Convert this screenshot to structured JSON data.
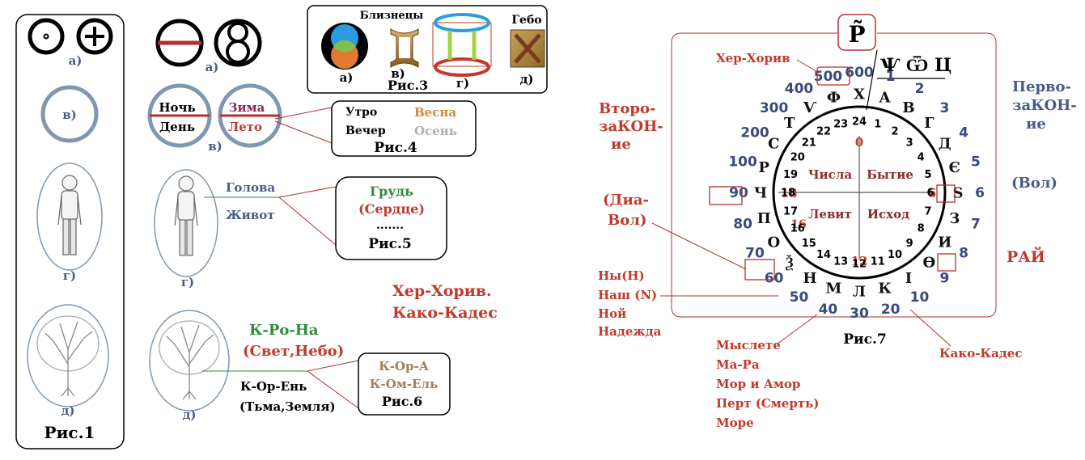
{
  "colors": {
    "red": "#c0392b",
    "blue": "#4a5a8a",
    "ring": "#7f97b3",
    "green": "#2e8b3e",
    "brown": "#b07030",
    "grey": "#b0b0b0",
    "black": "#000000"
  },
  "fig1": {
    "caption": "Рис.1",
    "label_a": "а)",
    "label_v": "в)",
    "label_g": "г)",
    "label_d": "д)"
  },
  "fig2": {
    "label_a": "а)",
    "label_v": "в)",
    "label_g": "г)",
    "label_d": "д)",
    "night": "Ночь",
    "day": "День",
    "winter": "Зима",
    "summer": "Лето",
    "head": "Голова",
    "belly": "Живот",
    "kron": "К-Ро-На",
    "light_sky": "(Свет,Небо)",
    "koren": "К-Ор-Ень",
    "dark_earth": "(Тьма,Земля)",
    "kherkhoriv": "Хер-Хорив.",
    "kakokades": "Како-Кадес"
  },
  "fig3": {
    "caption": "Рис.3",
    "gemini": "Близнецы",
    "gebo": "Гебо",
    "label_a": "а)",
    "label_v": "в)",
    "label_g": "г)",
    "label_d": "д)"
  },
  "fig4": {
    "caption": "Рис.4",
    "morning": "Утро",
    "evening": "Вечер",
    "spring": "Весна",
    "autumn": "Осень"
  },
  "fig5": {
    "caption": "Рис.5",
    "chest": "Грудь",
    "heart": "(Сердце)",
    "dots": "......."
  },
  "fig6": {
    "caption": "Рис.6",
    "kora": "К-Ор-А",
    "komel": "К-Ом-Ель"
  },
  "fig7": {
    "caption": "Рис.7",
    "top_letter": "Р̃",
    "top_letters_right": "Ѱ Ѿ Ц",
    "kherkhoriv": "Хер-Хорив",
    "vtoro1": "Второ-",
    "vtoro2": "заКОН-",
    "vtoro3": "ие",
    "pervo1": "Перво-",
    "pervo2": "заКОН-",
    "pervo3": "ие",
    "dia1": "(Диа-",
    "dia2": "Вол)",
    "vol": "(Вол)",
    "rai": "РАЙ",
    "ny1": "Ны(Н)",
    "ny2": "Наш (N)",
    "ny3": "Ной",
    "ny4": "Надежда",
    "mys1": "Мыслете",
    "mys2": "Ма-Ра",
    "mys3": "Мор и Амор",
    "mys4": "Перт (Смерть)",
    "mys5": "Море",
    "kakokades": "Како-Кадес",
    "zero": "0",
    "six": "6",
    "twelve": "12",
    "eighteen": "18",
    "sixteen": "16",
    "chisla": "Числа",
    "bytie": "Бытие",
    "levit": "Левит",
    "iskhod": "Исход",
    "hours": [
      "24",
      "1",
      "2",
      "3",
      "4",
      "5",
      "6",
      "7",
      "8",
      "9",
      "10",
      "11",
      "12",
      "13",
      "14",
      "15",
      "16",
      "17",
      "18",
      "19",
      "20",
      "21",
      "22",
      "23"
    ],
    "values": [
      "600",
      "1",
      "2",
      "3",
      "4",
      "5",
      "6",
      "7",
      "8",
      "9",
      "10",
      "20",
      "30",
      "40",
      "50",
      "60",
      "70",
      "80",
      "90",
      "100",
      "200",
      "300",
      "400",
      "500"
    ],
    "letters": [
      "Х",
      "А",
      "В",
      "Г",
      "Д",
      "Є",
      "Ѕ",
      "З",
      "И",
      "Ѳ",
      "І",
      "К",
      "Л",
      "М",
      "Н",
      "Ѯ",
      "О",
      "П",
      "Ч",
      "Р",
      "С",
      "Т",
      "Ѵ",
      "Ф"
    ]
  }
}
